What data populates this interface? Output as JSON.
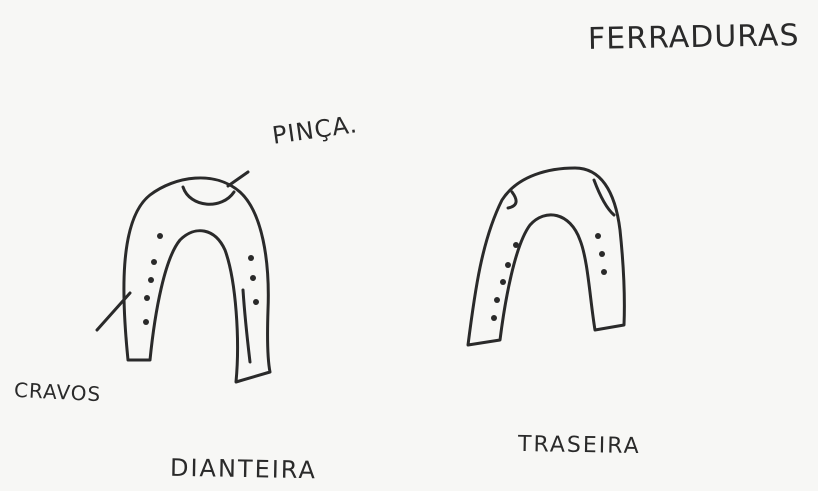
{
  "page": {
    "title": "FERRADURAS",
    "labels": {
      "toe": "PINÇA.",
      "nails": "CRAVOS"
    },
    "captions": {
      "front": "DIANTEIRA",
      "rear": "TRASEIRA"
    }
  },
  "colors": {
    "paper": "#f7f7f5",
    "ink": "#2a2a2a"
  }
}
